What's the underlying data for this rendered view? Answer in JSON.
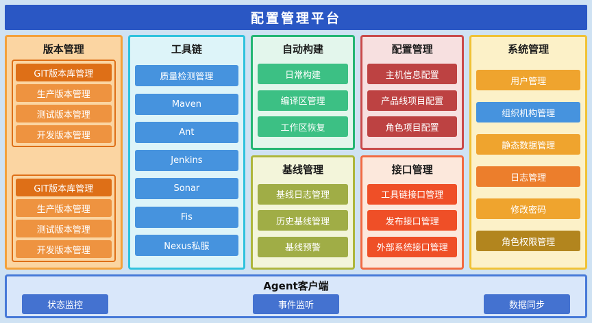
{
  "header": {
    "title": "配置管理平台"
  },
  "panels": {
    "version": {
      "title": "版本管理",
      "accent": "#f4a13a",
      "groups": [
        {
          "items": [
            "GIT版本库管理",
            "生产版本管理",
            "测试版本管理",
            "开发版本管理"
          ]
        },
        {
          "items": [
            "GIT版本库管理",
            "生产版本管理",
            "测试版本管理",
            "开发版本管理"
          ]
        }
      ]
    },
    "toolchain": {
      "title": "工具链",
      "accent": "#2fc2dd",
      "items": [
        "质量检测管理",
        "Maven",
        "Ant",
        "Jenkins",
        "Sonar",
        "Fis",
        "Nexus私服"
      ]
    },
    "autobuild": {
      "title": "自动构建",
      "accent": "#24b673",
      "items": [
        "日常构建",
        "编译区管理",
        "工作区恢复"
      ]
    },
    "baseline": {
      "title": "基线管理",
      "accent": "#aeb63b",
      "items": [
        "基线日志管理",
        "历史基线管理",
        "基线预警"
      ]
    },
    "config": {
      "title": "配置管理",
      "accent": "#c94a4a",
      "items": [
        "主机信息配置",
        "产品线项目配置",
        "角色项目配置"
      ]
    },
    "interface": {
      "title": "接口管理",
      "accent": "#f16a42",
      "items": [
        "工具链接口管理",
        "发布接口管理",
        "外部系统接口管理"
      ]
    },
    "system": {
      "title": "系统管理",
      "accent": "#f0c235",
      "items": [
        {
          "label": "用户管理",
          "color": "#efa42e"
        },
        {
          "label": "组织机构管理",
          "color": "#4693de"
        },
        {
          "label": "静态数据管理",
          "color": "#efa42e"
        },
        {
          "label": "日志管理",
          "color": "#ec7e2c"
        },
        {
          "label": "修改密码",
          "color": "#efa42e"
        },
        {
          "label": "角色权限管理",
          "color": "#b2851e"
        }
      ]
    }
  },
  "footer": {
    "title": "Agent客户端",
    "items": [
      "状态监控",
      "事件监听",
      "数据同步"
    ]
  },
  "colors": {
    "page_background": "#cfe2f3",
    "header_background": "#2a57c4",
    "footer_border": "#4679d8",
    "footer_button": "#4472d0"
  }
}
